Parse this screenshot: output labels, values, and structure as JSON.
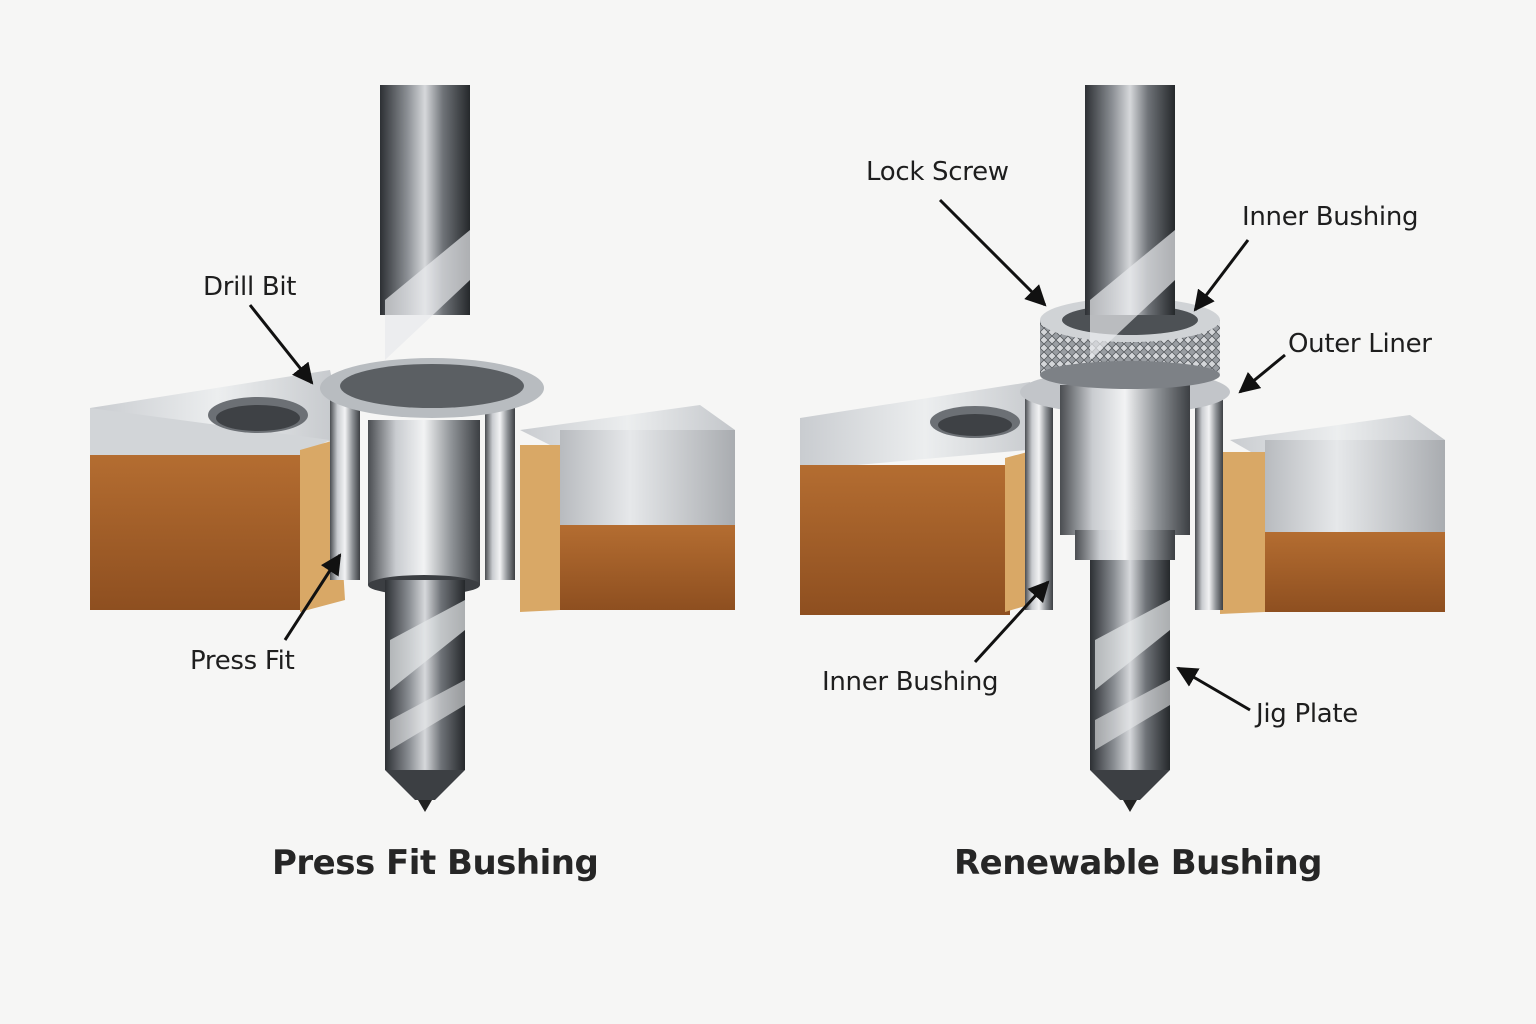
{
  "diagrams": [
    {
      "id": "press-fit",
      "title": "Press Fit Bushing",
      "labels": {
        "drill_bit": "Drill Bit",
        "press_fit": "Press Fit"
      }
    },
    {
      "id": "renewable",
      "title": "Renewable Bushing",
      "labels": {
        "lock_screw": "Lock Screw",
        "inner_bushing_top": "Inner Bushing",
        "outer_liner": "Outer Liner",
        "inner_bushing_bottom": "Inner Bushing",
        "jig_plate": "Jig Plate"
      }
    }
  ],
  "colors": {
    "steel_light": "#d9dbdd",
    "steel_dark": "#6d7175",
    "wood": "#a8622a",
    "wood_cut": "#d9a866",
    "text": "#1e1e1e"
  }
}
